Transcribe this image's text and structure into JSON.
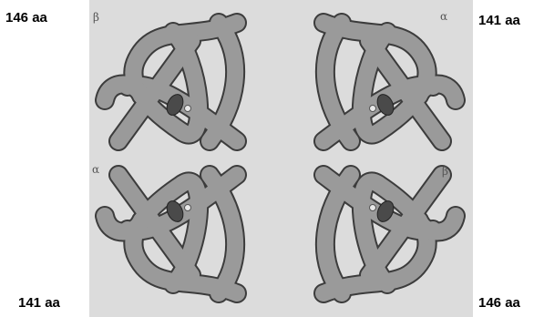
{
  "labels": {
    "top_left": "146 aa",
    "top_right": "141 aa",
    "bottom_left": "141 aa",
    "bottom_right": "146 aa"
  },
  "subunits": {
    "top_left": "β",
    "top_right": "α",
    "bottom_left": "α",
    "bottom_right": "β"
  },
  "colors": {
    "panel_background": "#dcdcdc",
    "chain_fill": "#9a9a9a",
    "chain_outline": "#3c3c3c",
    "heme": "#4a4a4a"
  }
}
